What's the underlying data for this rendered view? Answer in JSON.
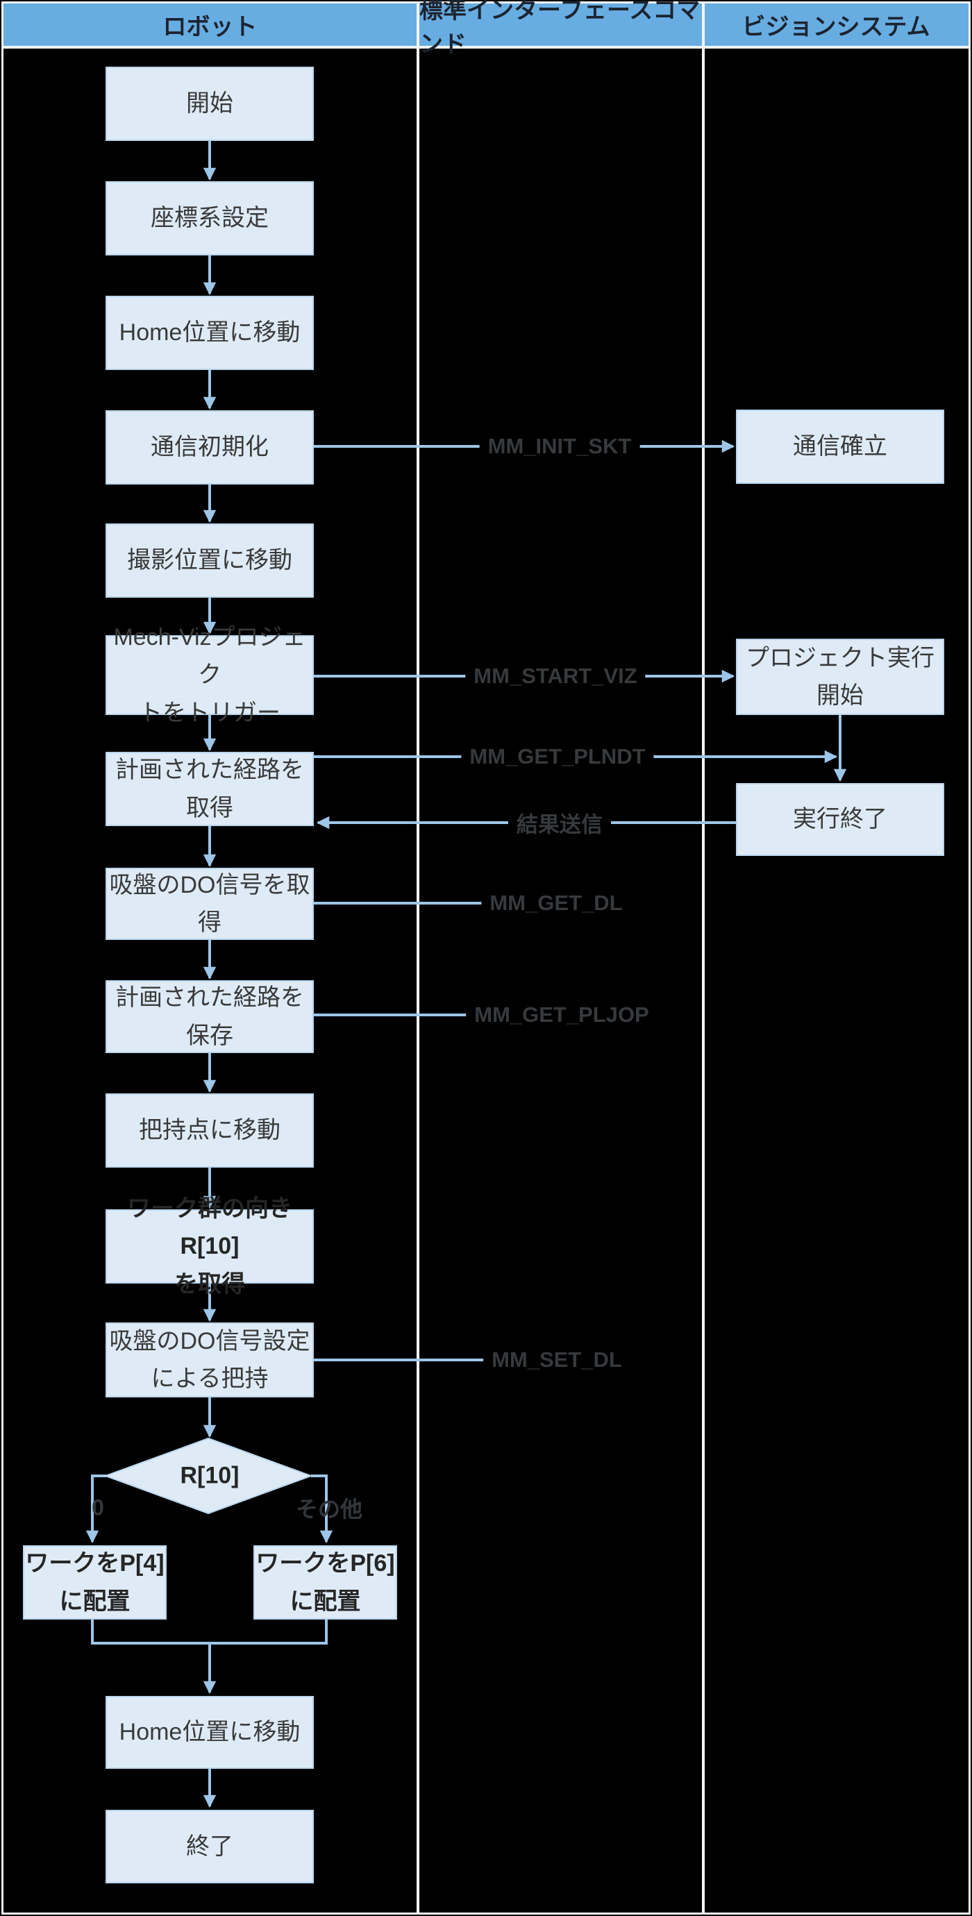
{
  "table": {
    "header": {
      "bg_color": "#68ade2",
      "grid_color": "#f4f4f4",
      "columns": [
        {
          "label": "ロボット"
        },
        {
          "label": "標準インターフェースコマンド"
        },
        {
          "label": "ビジョンシステム"
        }
      ]
    }
  },
  "colors": {
    "background": "#000000",
    "node_fill": "#deebf7",
    "node_border": "#b9d5ec",
    "arrow": "#9dc6e8",
    "node_text": "#3a3a3a",
    "command_text": "#373a3d"
  },
  "flow": {
    "robot": {
      "start": "開始",
      "set_coord": "座標系設定",
      "home1": "Home位置に移動",
      "comm_init": "通信初期化",
      "move_photo": "撮影位置に移動",
      "trigger_viz": "Mech-Vizプロジェク\nトをトリガー",
      "get_path": "計画された経路を取得",
      "get_do": "吸盤のDO信号を取得",
      "save_path": "計画された経路を保存",
      "move_grasp": "把持点に移動",
      "get_r10": "ワーク群の向きR[10]\nを取得",
      "set_do": "吸盤のDO信号設定\nによる把持",
      "decision": "R[10]",
      "branch_left": "0",
      "branch_right": "その他",
      "place_p4": "ワークをP[4]\nに配置",
      "place_p6": "ワークをP[6]\nに配置",
      "home2": "Home位置に移動",
      "end": "終了"
    },
    "commands": {
      "init_skt": "MM_INIT_SKT",
      "start_viz": "MM_START_VIZ",
      "get_plndt": "MM_GET_PLNDT",
      "send_result": "結果送信",
      "get_dl": "MM_GET_DL",
      "get_pljop": "MM_GET_PLJOP",
      "set_dl": "MM_SET_DL"
    },
    "vision": {
      "comm_established": "通信確立",
      "proj_started": "プロジェクト実行開始",
      "exec_finished": "実行終了"
    }
  }
}
